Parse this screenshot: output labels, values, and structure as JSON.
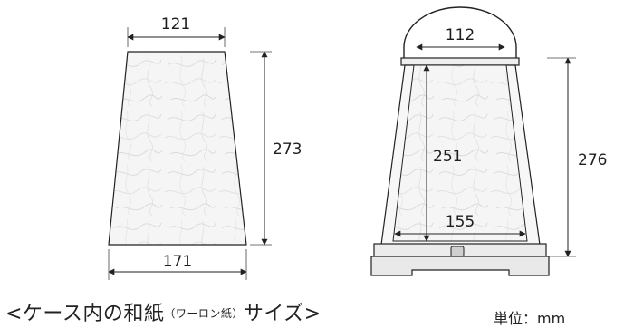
{
  "left_figure": {
    "top_width": "121",
    "height": "273",
    "bottom_width": "171"
  },
  "right_figure": {
    "handle_width": "112",
    "inner_height": "251",
    "total_height": "276",
    "bottom_width": "155"
  },
  "caption": {
    "open": "<ケース内の和紙",
    "note": "（ワーロン紙）",
    "close": "サイズ>"
  },
  "unit_label": "単位：mm",
  "colors": {
    "line": "#222222",
    "paper": "#f4f4f4",
    "base": "#e9e9e9"
  }
}
